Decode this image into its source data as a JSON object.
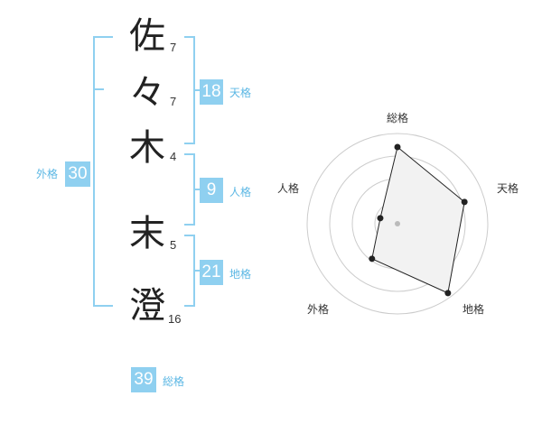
{
  "name": {
    "characters": [
      {
        "char": "佐",
        "strokes": "7"
      },
      {
        "char": "々",
        "strokes": "7"
      },
      {
        "char": "木",
        "strokes": "4"
      },
      {
        "char": "末",
        "strokes": "5"
      },
      {
        "char": "澄",
        "strokes": "16"
      }
    ]
  },
  "fortunes": {
    "tenkaku": {
      "value": "18",
      "label": "天格"
    },
    "jinkaku": {
      "value": "9",
      "label": "人格"
    },
    "chikaku": {
      "value": "21",
      "label": "地格"
    },
    "gaikaku": {
      "value": "30",
      "label": "外格"
    },
    "soukaku": {
      "value": "39",
      "label": "総格"
    }
  },
  "colors": {
    "accent": "#8fd0f0",
    "label_text": "#5bb7e4",
    "radar_fill": "#f2f2f2",
    "radar_line": "#222222",
    "ring": "#cccccc"
  },
  "chart_data": {
    "type": "radar",
    "axes": [
      "総格",
      "天格",
      "地格",
      "外格",
      "人格"
    ],
    "values": [
      0.85,
      0.78,
      0.95,
      0.48,
      0.2
    ],
    "rings": 4,
    "range": [
      0,
      1
    ]
  }
}
